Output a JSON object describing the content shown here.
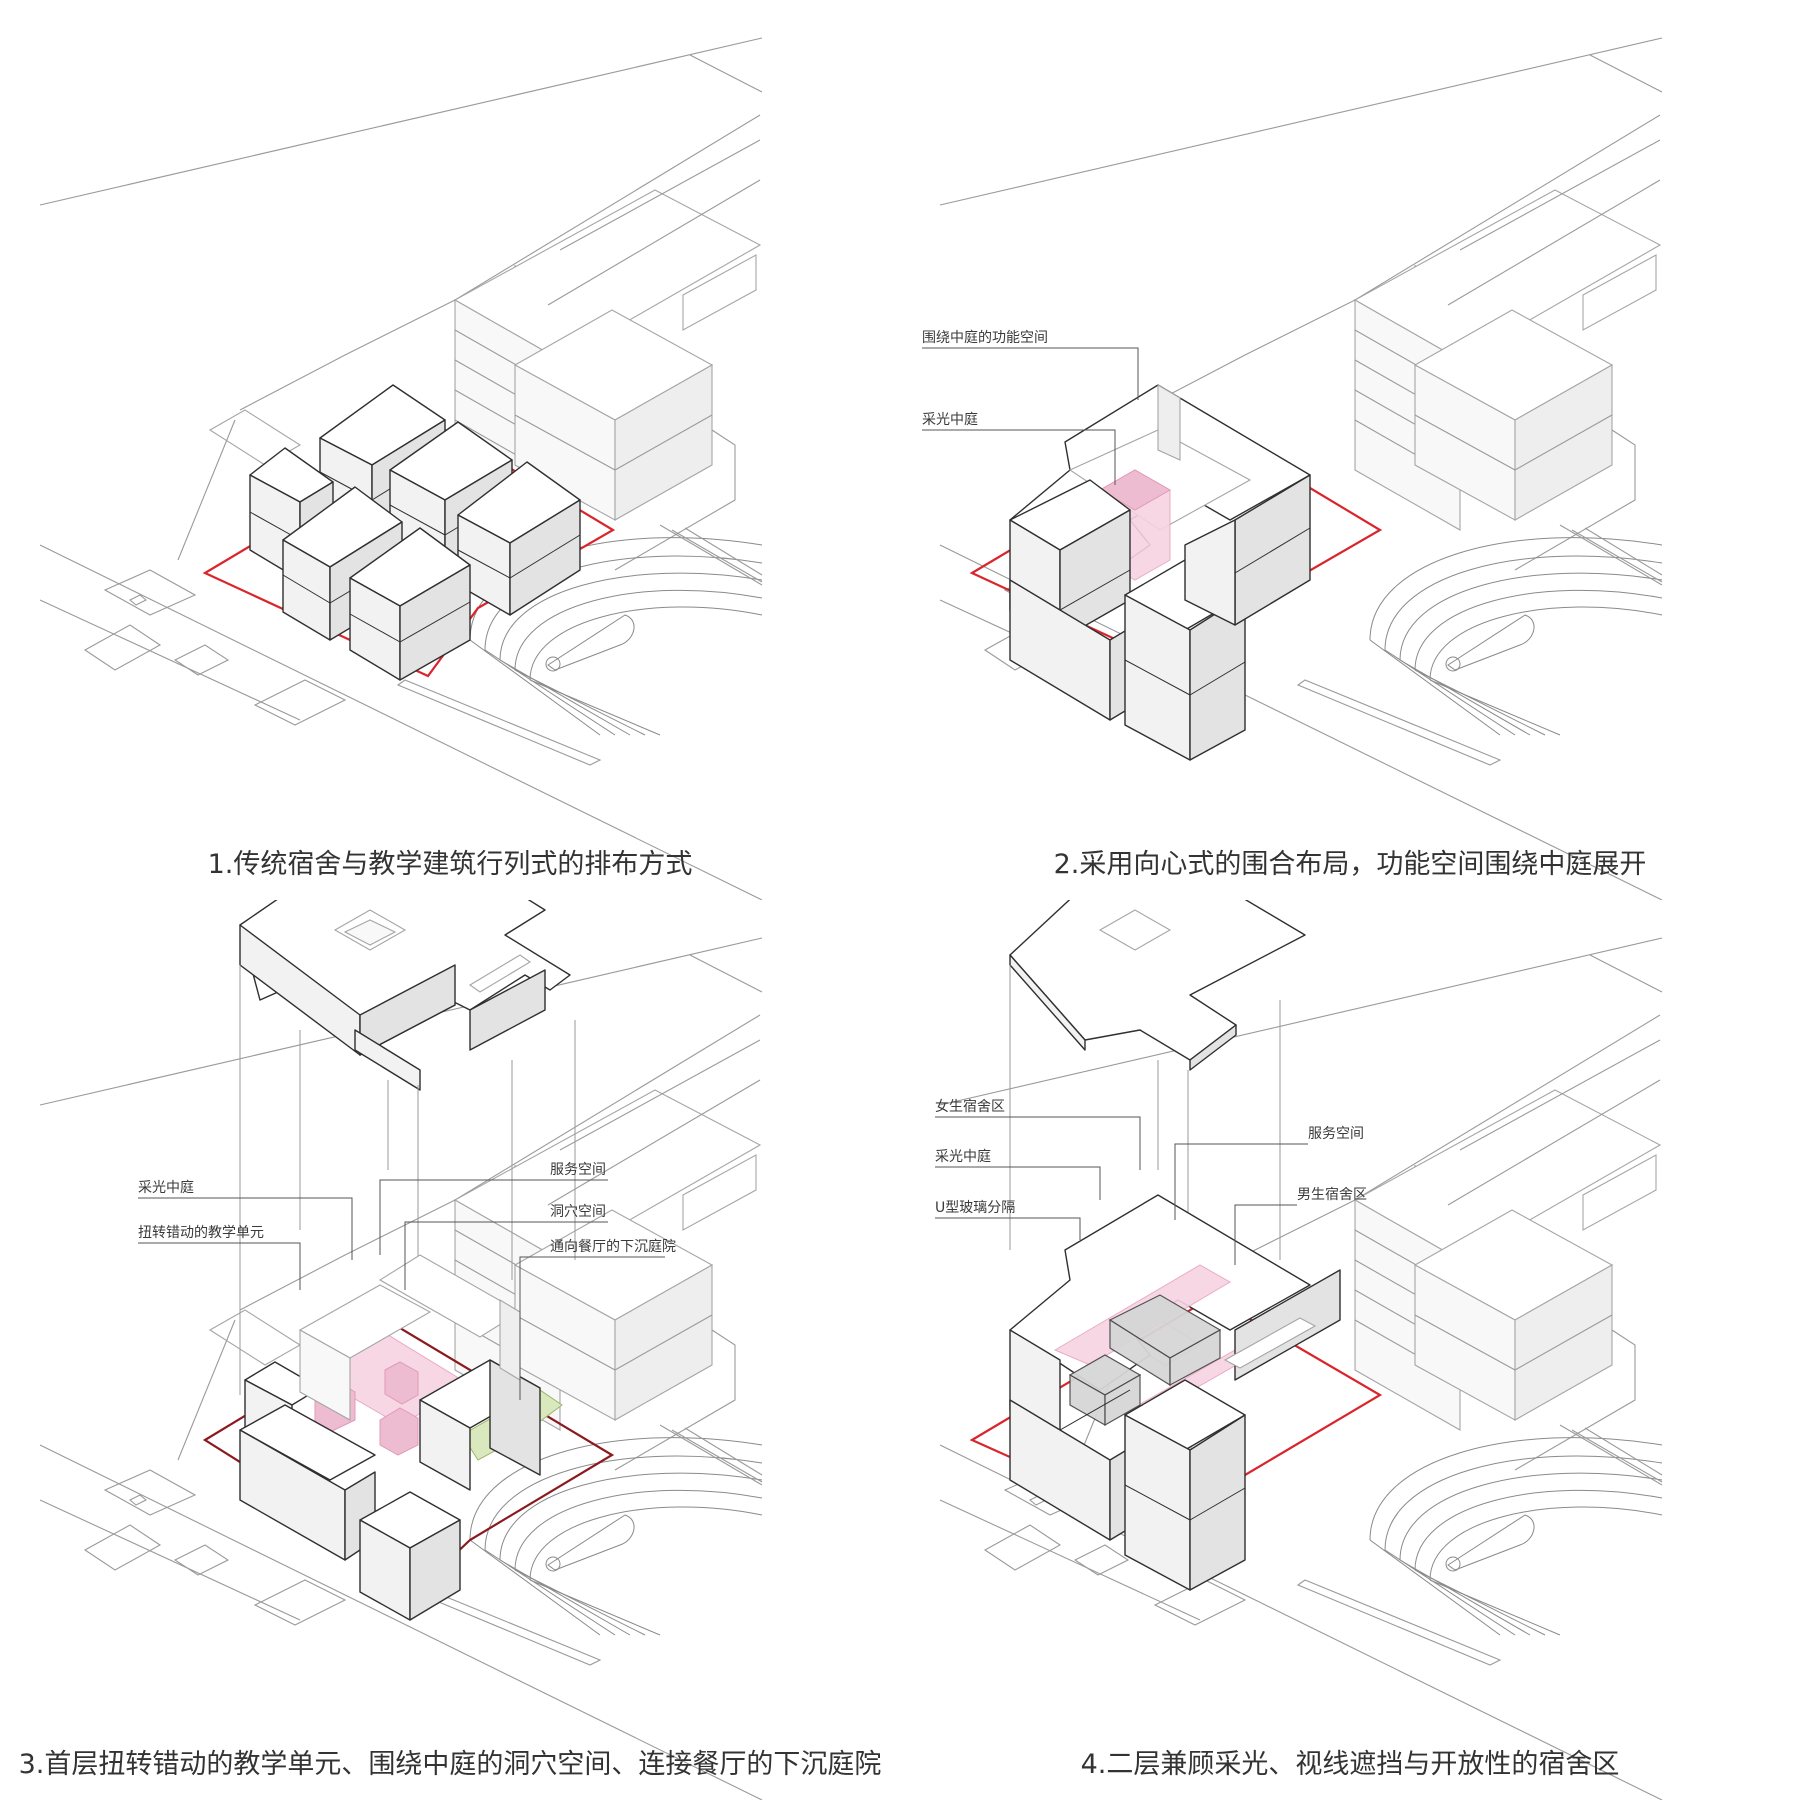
{
  "panels": [
    {
      "caption": "1.传统宿舍与教学建筑行列式的排布方式",
      "callouts": []
    },
    {
      "caption": "2.采用向心式的围合布局，功能空间围绕中庭展开",
      "callouts": [
        "围绕中庭的功能空间",
        "采光中庭"
      ]
    },
    {
      "caption": "3.首层扭转错动的教学单元、围绕中庭的洞穴空间、连接餐厅的下沉庭院",
      "callouts": [
        "采光中庭",
        "扭转错动的教学单元",
        "服务空间",
        "洞穴空间",
        "通向餐厅的下沉庭院"
      ]
    },
    {
      "caption": "4.二层兼顾采光、视线遮挡与开放性的宿舍区",
      "callouts": [
        "女生宿舍区",
        "采光中庭",
        "U型玻璃分隔",
        "服务空间",
        "男生宿舍区"
      ]
    }
  ],
  "colors": {
    "site_boundary": "#d9252b",
    "courtyard": "#f7d3e2",
    "sunken_courtyard": "#d9e8bd",
    "caption_text": "#333333"
  }
}
